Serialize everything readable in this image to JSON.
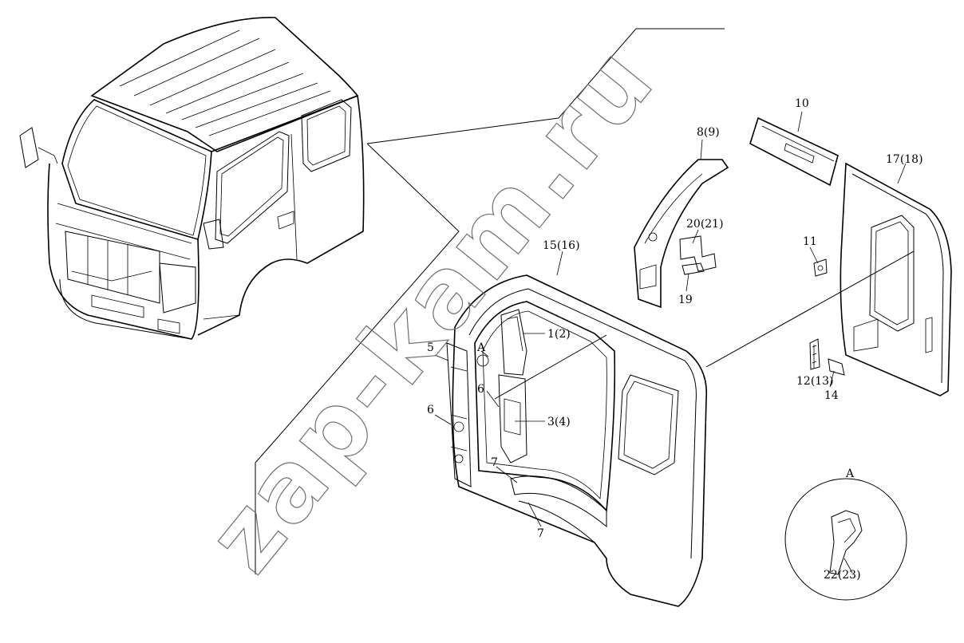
{
  "watermark": "zap-kam.ru",
  "callouts": {
    "c1": "1(2)",
    "c3": "3(4)",
    "c5": "5",
    "c6a": "6",
    "c6b": "6",
    "c7a": "7",
    "c7b": "7",
    "c8": "8(9)",
    "c10": "10",
    "c11": "11",
    "c12": "12(13)",
    "c14": "14",
    "c15": "15(16)",
    "c17": "17(18)",
    "c19": "19",
    "c20": "20(21)",
    "c22": "22(23)",
    "cA": "A",
    "detailA": "A"
  }
}
